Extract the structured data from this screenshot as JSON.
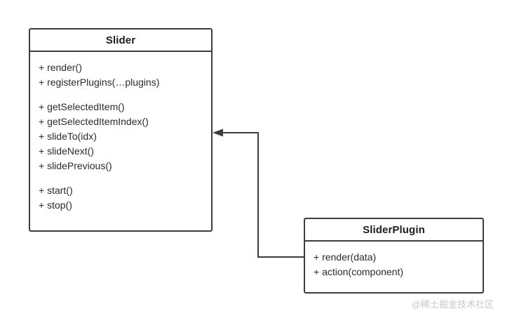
{
  "diagram": {
    "type": "uml-class-diagram",
    "background_color": "#ffffff",
    "line_color": "#3d3d3d",
    "text_color": "#2b2b2b"
  },
  "classes": [
    {
      "id": "slider",
      "name": "Slider",
      "member_groups": [
        {
          "members": [
            "+ render()",
            "+ registerPlugins(…plugins)"
          ]
        },
        {
          "members": [
            "+ getSelectedItem()",
            "+ getSelectedItemIndex()",
            "+ slideTo(idx)",
            "+ slideNext()",
            "+ slidePrevious()"
          ]
        },
        {
          "members": [
            "+ start()",
            "+ stop()"
          ]
        }
      ]
    },
    {
      "id": "sliderplugin",
      "name": "SliderPlugin",
      "member_groups": [
        {
          "members": [
            "+ render(data)",
            "+ action(component)"
          ]
        }
      ]
    }
  ],
  "connector": {
    "name": "sliderplugin-to-slider-association",
    "from": "SliderPlugin",
    "to": "Slider",
    "arrow": "open-arrow",
    "routing": "orthogonal"
  },
  "watermark": {
    "text": "@稀土掘金技术社区",
    "color": "#c9c9c9"
  }
}
